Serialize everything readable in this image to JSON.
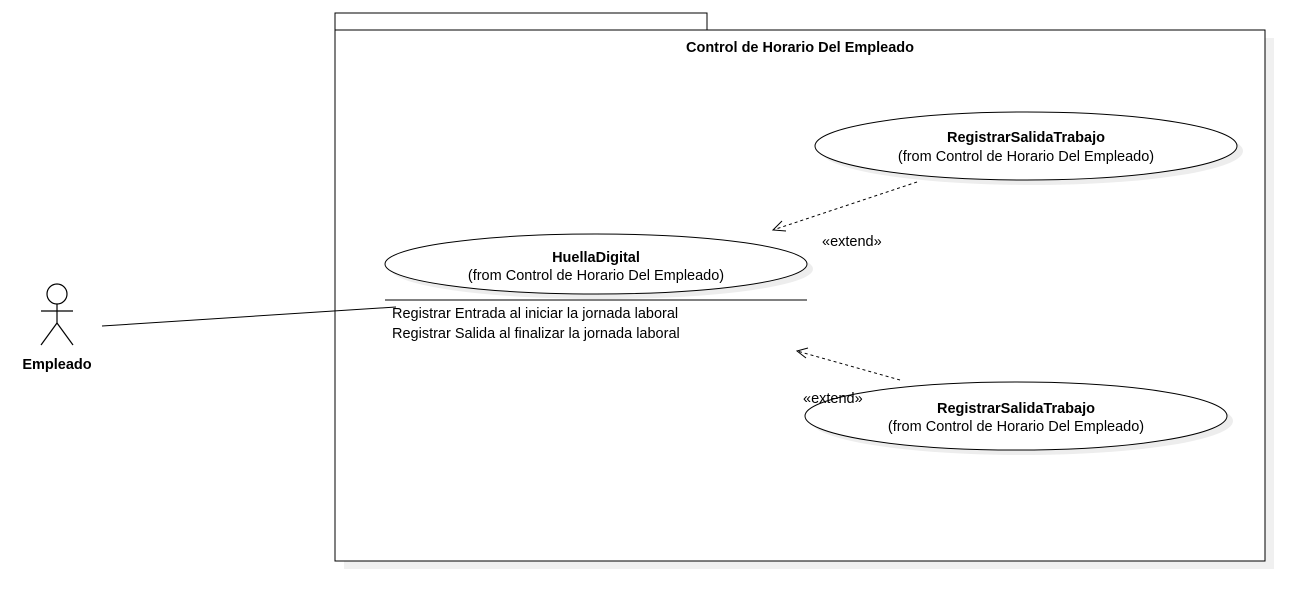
{
  "package": {
    "title": "Control de Horario Del Empleado"
  },
  "actor": {
    "name": "Empleado"
  },
  "use_cases": {
    "main": {
      "name": "HuellaDigital",
      "from": "(from Control de Horario Del Empleado)",
      "responsibilities": [
        "Registrar Entrada al iniciar la jornada laboral",
        "Registrar Salida al finalizar la jornada laboral"
      ]
    },
    "top": {
      "name": "RegistrarSalidaTrabajo",
      "from": "(from Control de Horario Del Empleado)"
    },
    "bottom": {
      "name": "RegistrarSalidaTrabajo",
      "from": "(from Control de Horario Del Empleado)"
    }
  },
  "relations": {
    "extend_top_label": "«extend»",
    "extend_bottom_label": "«extend»"
  }
}
